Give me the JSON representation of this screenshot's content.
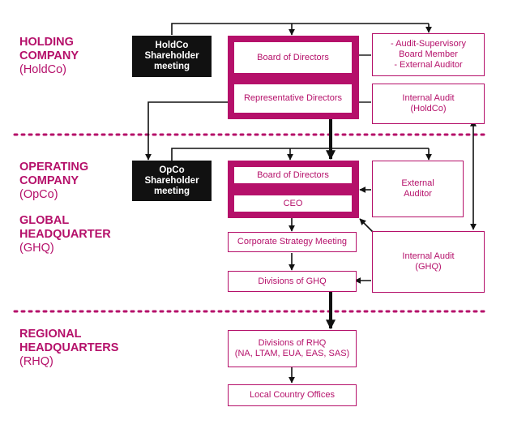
{
  "sections": {
    "holdco": {
      "line1": "HOLDING",
      "line2": "COMPANY",
      "sub": "(HoldCo)"
    },
    "opco": {
      "line1": "OPERATING",
      "line2": "COMPANY",
      "sub": "(OpCo)"
    },
    "ghq": {
      "line1": "GLOBAL",
      "line2": "HEADQUARTER",
      "sub": "(GHQ)"
    },
    "rhq": {
      "line1": "REGIONAL",
      "line2": "HEADQUARTERS",
      "sub": "(RHQ)"
    }
  },
  "holdco": {
    "shareholder": [
      "HoldCo",
      "Shareholder",
      "meeting"
    ],
    "board": "Board of Directors",
    "rep_directors": "Representative Directors",
    "audit_board": [
      "- Audit-Supervisory",
      "Board Member",
      "- External Auditor"
    ],
    "internal_audit": [
      "Internal Audit",
      "(HoldCo)"
    ]
  },
  "opco": {
    "shareholder": [
      "OpCo",
      "Shareholder",
      "meeting"
    ],
    "board": "Board of Directors",
    "ceo": "CEO",
    "external_auditor": [
      "External",
      "Auditor"
    ],
    "strategy": "Corporate Strategy Meeting",
    "divisions_ghq": "Divisions of GHQ",
    "internal_audit": [
      "Internal Audit",
      "(GHQ)"
    ]
  },
  "rhq": {
    "divisions": [
      "Divisions of RHQ",
      "(NA, LTAM, EUA, EAS, SAS)"
    ],
    "local": "Local Country Offices"
  },
  "colors": {
    "accent": "#b5106a",
    "black": "#111111"
  }
}
